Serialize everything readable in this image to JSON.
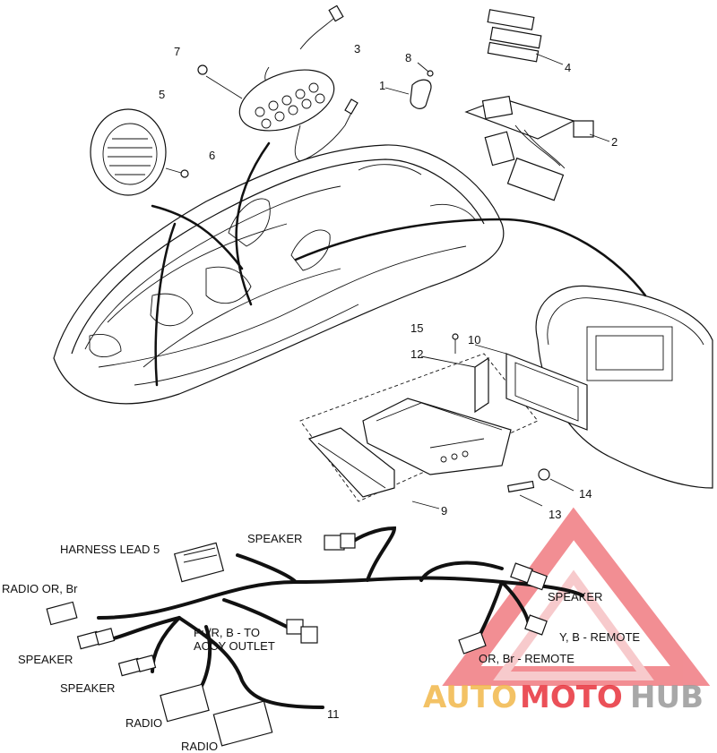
{
  "diagram": {
    "part_numbers": [
      {
        "id": "p1",
        "text": "1"
      },
      {
        "id": "p2",
        "text": "2"
      },
      {
        "id": "p3",
        "text": "3"
      },
      {
        "id": "p4",
        "text": "4"
      },
      {
        "id": "p5",
        "text": "5"
      },
      {
        "id": "p6",
        "text": "6"
      },
      {
        "id": "p7",
        "text": "7"
      },
      {
        "id": "p8",
        "text": "8"
      },
      {
        "id": "p9",
        "text": "9"
      },
      {
        "id": "p10",
        "text": "10"
      },
      {
        "id": "p11",
        "text": "11"
      },
      {
        "id": "p12",
        "text": "12"
      },
      {
        "id": "p13",
        "text": "13"
      },
      {
        "id": "p14",
        "text": "14"
      },
      {
        "id": "p15",
        "text": "15"
      }
    ],
    "harness_labels": {
      "harness_lead": "HARNESS LEAD 5",
      "speaker_top": "SPEAKER",
      "radio_or_br": "RADIO OR, Br",
      "pu_r_b_line1": "Pu/R, B - TO",
      "pu_r_b_line2": "ACCY OUTLET",
      "speaker_left1": "SPEAKER",
      "speaker_left2": "SPEAKER",
      "radio1": "RADIO",
      "radio2": "RADIO",
      "speaker_right": "SPEAKER",
      "y_b_remote": "Y, B - REMOTE",
      "or_br_remote": "OR, Br - REMOTE"
    }
  },
  "watermark": {
    "part1": "AUTO",
    "part2": "MOTO",
    "part3": "HUB",
    "colors": {
      "orange": "#f2b84b",
      "red": "#e8323c",
      "gray": "#9a9a9a"
    }
  }
}
